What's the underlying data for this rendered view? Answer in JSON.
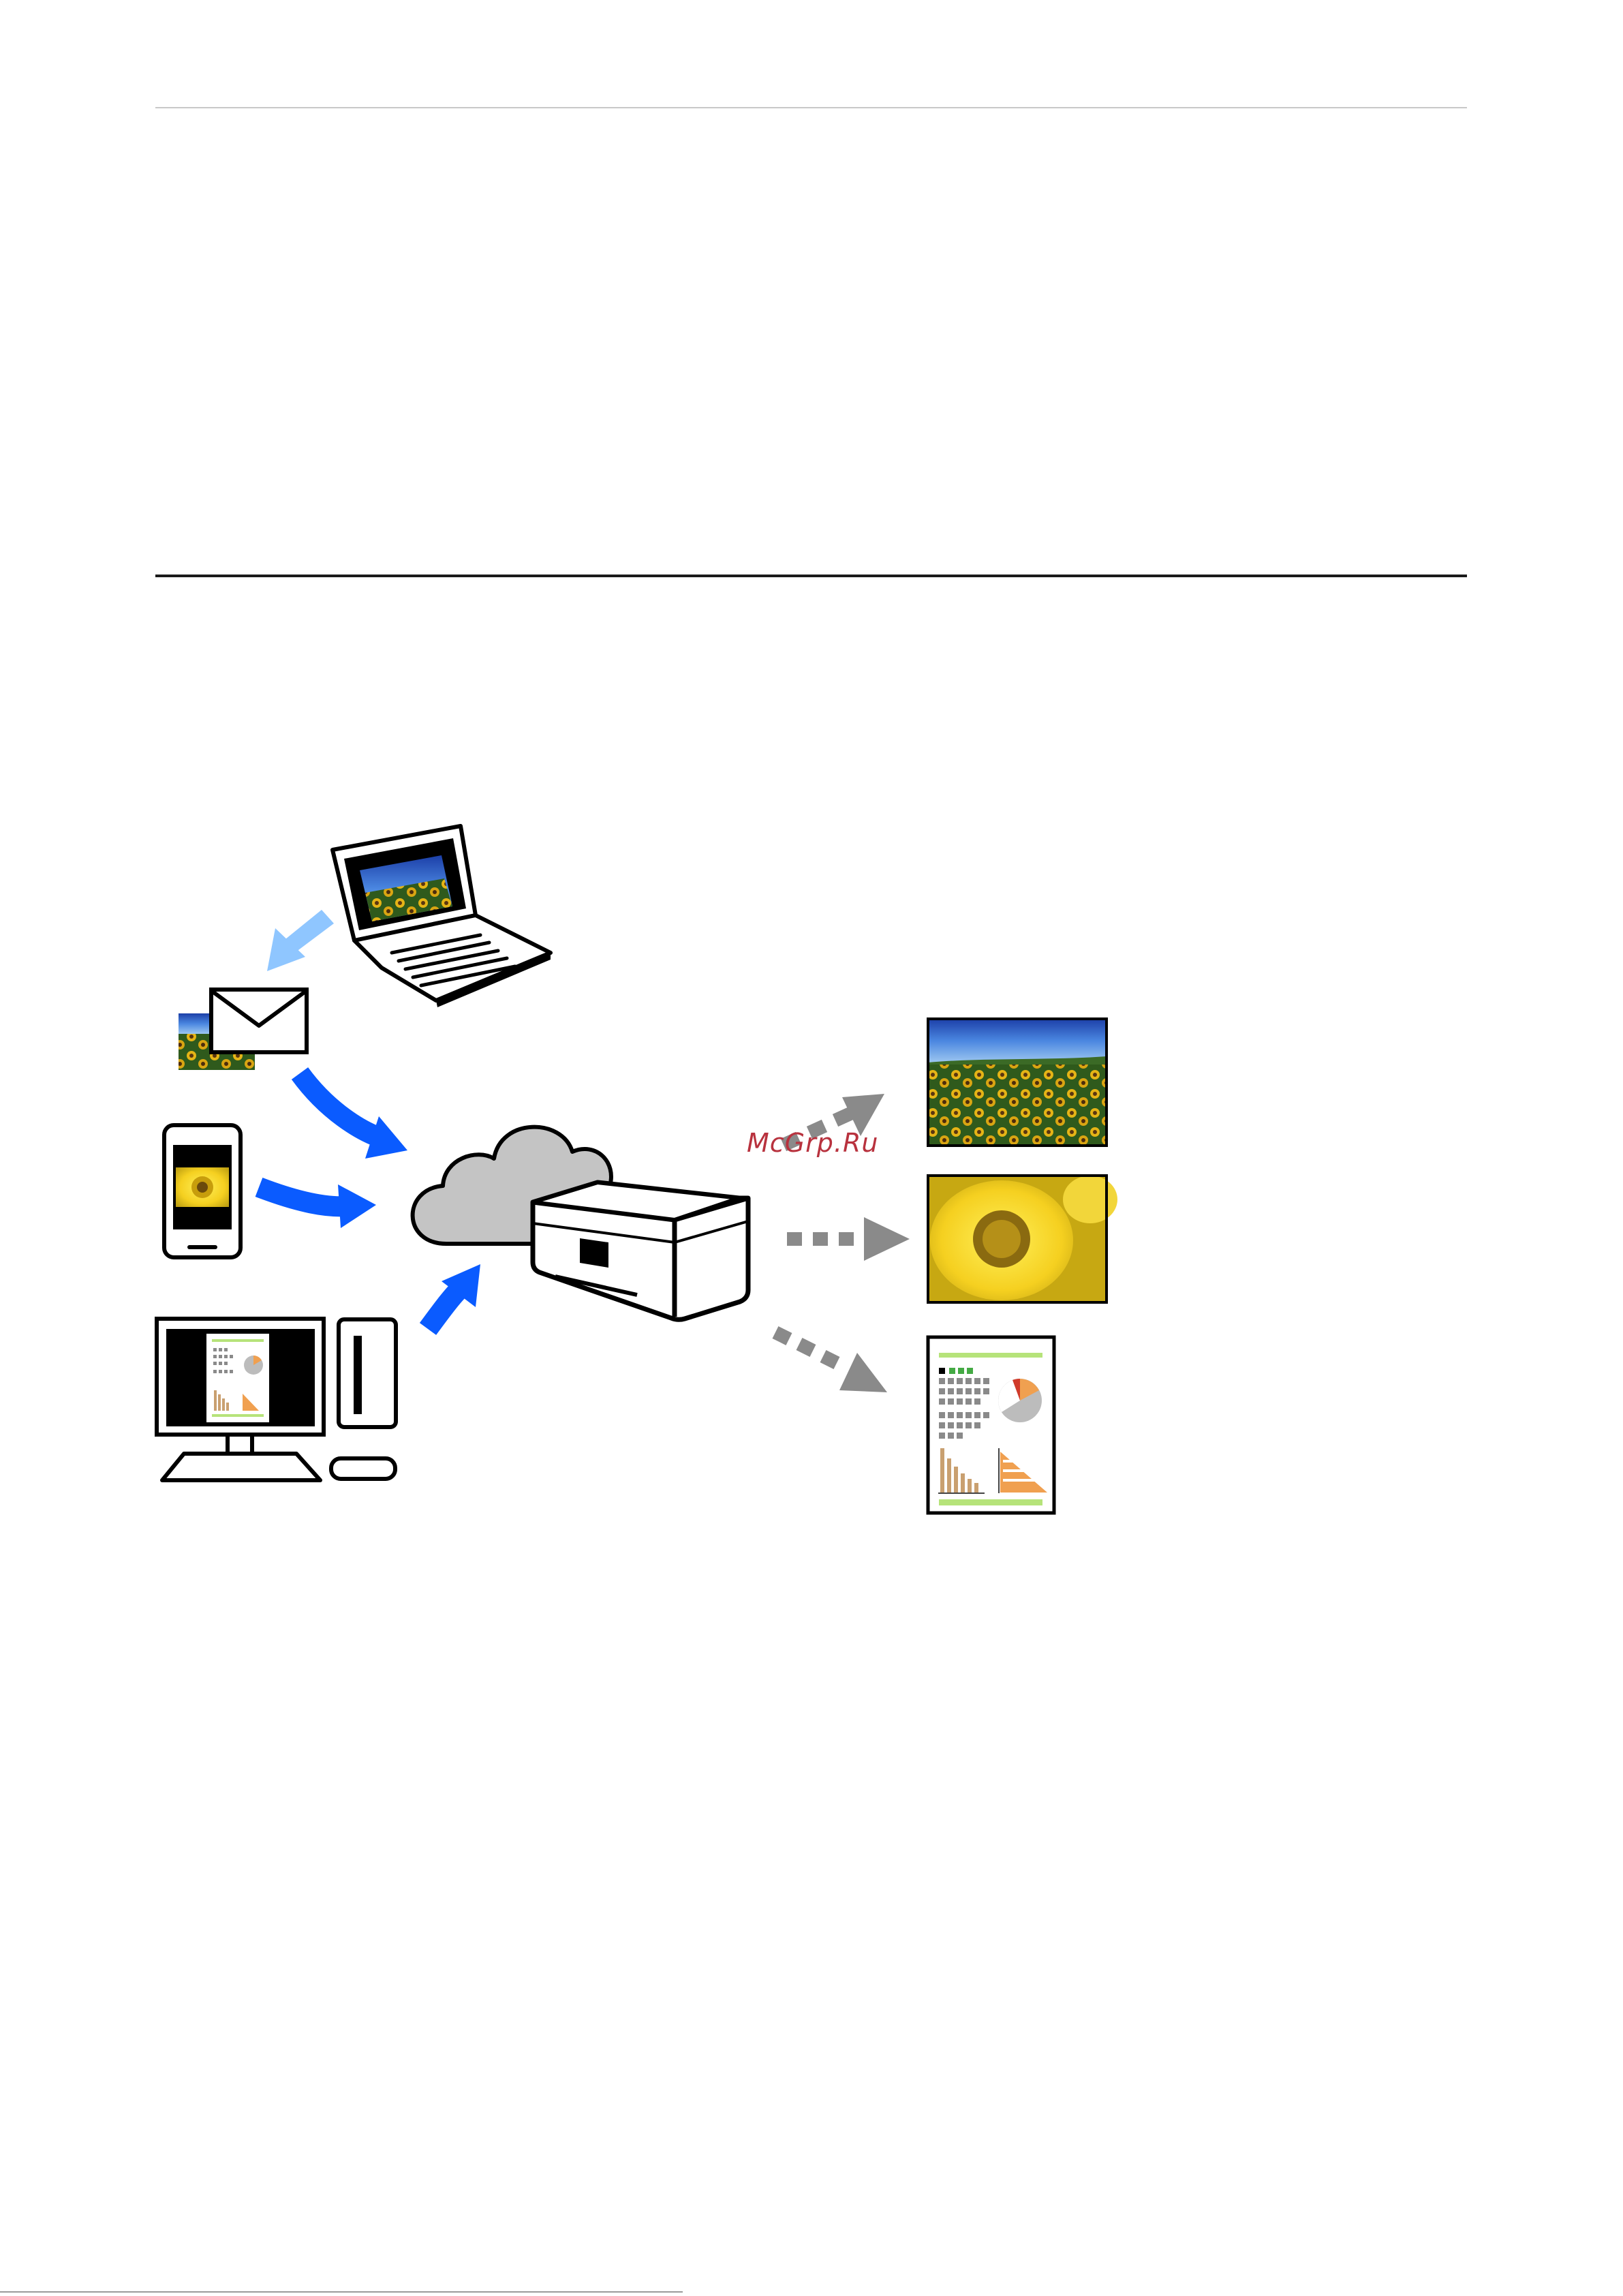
{
  "watermark": {
    "text": "McGrp.Ru"
  },
  "colors": {
    "arrow_blue": "#0a5bff",
    "arrow_light_blue": "#8fc6ff",
    "arrow_gray": "#8a8a8a",
    "cloud_gray": "#c4c4c4",
    "watermark_red": "#b8323e",
    "chart_orange": "#f0a050",
    "chart_green": "#b6e37a"
  },
  "icons": {
    "laptop": "laptop-icon",
    "email": "envelope-icon",
    "smartphone": "smartphone-icon",
    "desktop": "desktop-computer-icon",
    "cloud": "cloud-icon",
    "printer": "printer-icon",
    "photo_field": "sunflower-field-photo",
    "photo_closeup": "sunflower-closeup-photo",
    "document": "document-report-icon"
  }
}
